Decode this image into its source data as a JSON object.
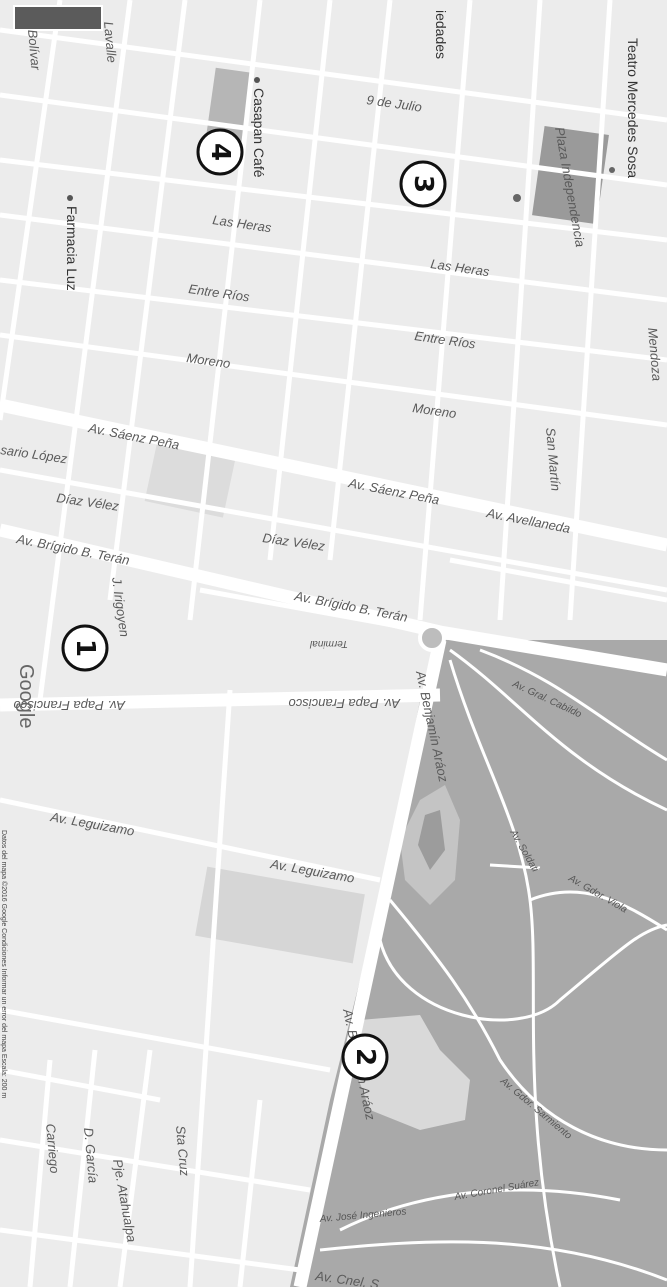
{
  "map": {
    "markers": [
      {
        "id": "1",
        "label": "1"
      },
      {
        "id": "2",
        "label": "2"
      },
      {
        "id": "3",
        "label": "3"
      },
      {
        "id": "4",
        "label": "4"
      }
    ],
    "streets": {
      "nueve_de_julio": "9 de Julio",
      "las_heras_1": "Las Heras",
      "las_heras_2": "Las Heras",
      "entre_rios_1": "Entre Ríos",
      "entre_rios_2": "Entre Ríos",
      "moreno_1": "Moreno",
      "moreno_2": "Moreno",
      "saenz_pena_1": "Av. Sáenz Peña",
      "saenz_pena_2": "Av. Sáenz Peña",
      "avellaneda": "Av. Avellaneda",
      "rosario_lopez": "sario López",
      "diaz_velez_1": "Díaz Vélez",
      "diaz_velez_2": "Díaz Vélez",
      "brigido_teran_1": "Av. Brígido B. Terán",
      "brigido_teran_2": "Av. Brígido B. Terán",
      "terminal": "Terminal",
      "papa_francisco_1": "Av. Papa Francisco",
      "papa_francisco_2": "Av. Papa Francisco",
      "leguizamo_1": "Av. Leguizamo",
      "leguizamo_2": "Av. Leguizamo",
      "benjamin_araoz_1": "Av. Benjamín Aráoz",
      "benjamin_araoz_2": "Av. Benjamín Aráoz",
      "san_martin": "San Martín",
      "mendoza": "Mendoza",
      "lavalle": "Lavalle",
      "bolivar": "Bolívar",
      "j_irigoyen": "J. Irigoyen",
      "sta_cruz": "Sta Cruz",
      "pje_atahualpa": "Pje. Atahualpa",
      "d_garcia": "D. García",
      "carriego": "Carriego",
      "cnel": "Av. Cnel. S",
      "sociedades": "iedades"
    },
    "places": {
      "teatro": "Teatro Mercedes Sosa",
      "plaza": "Plaza Independencia",
      "casapan": "Casapan Café",
      "farmacia": "Farmacia Luz"
    },
    "park_roads": {
      "r1": "Av. Gral. Cabildo",
      "r2": "Av. Soldati",
      "r3": "Av. Gdor. Viola",
      "r4": "Av. Gdor. Sarmiento",
      "r5": "Av. Coronel Suárez",
      "r6": "Av. José Ingenieros"
    },
    "logo": "Google",
    "attribution": "Datos del mapa ©2016 Google    Condiciones    Informar un error del mapa    Escala: 200 m"
  }
}
